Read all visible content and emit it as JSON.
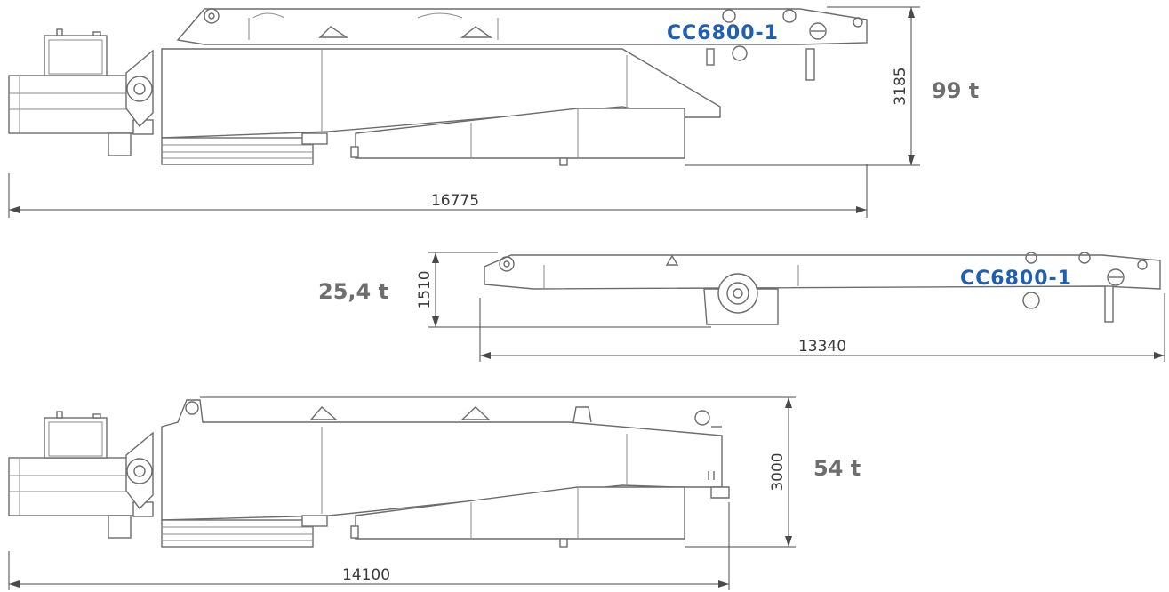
{
  "colors": {
    "line": "#6c6c6c",
    "dimension": "#4a4a4a",
    "weight_text": "#6e6e6e",
    "logo_blue": "#1f5eb0"
  },
  "views": [
    {
      "id": "full",
      "logo": "CC6800-1",
      "length": "16775",
      "height": "3185",
      "weight": "99 t"
    },
    {
      "id": "boom",
      "logo": "CC6800-1",
      "length": "13340",
      "height": "1510",
      "weight": "25,4 t"
    },
    {
      "id": "base",
      "length": "14100",
      "height": "3000",
      "weight": "54 t"
    }
  ]
}
